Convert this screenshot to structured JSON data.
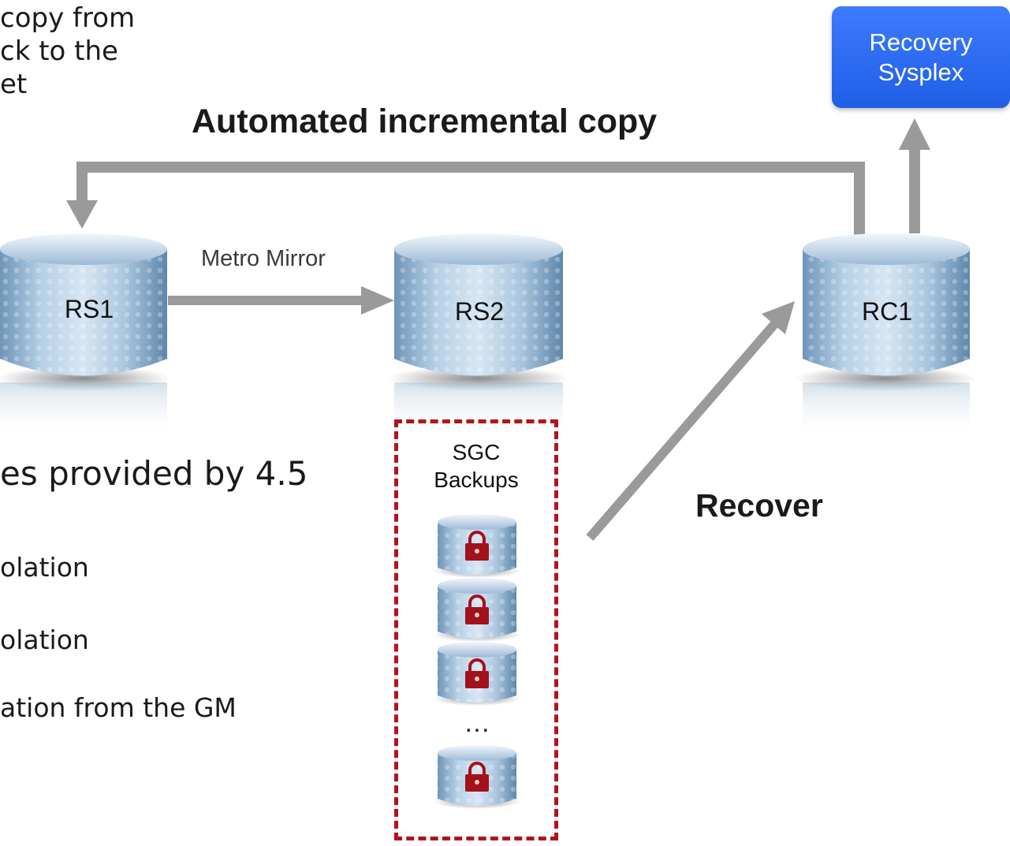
{
  "left_text": {
    "line1": "copy from",
    "line2": "ck to the",
    "line3": "et",
    "heading": "es provided by 4.5",
    "bullet1": "olation",
    "bullet2": "olation",
    "bullet3": "ation from the GM"
  },
  "labels": {
    "automated_copy": "Automated incremental copy",
    "metro_mirror": "Metro Mirror",
    "recover": "Recover"
  },
  "recovery_sysplex": {
    "line1": "Recovery",
    "line2": "Sysplex"
  },
  "volumes": {
    "rs1": "RS1",
    "rs2": "RS2",
    "rc1": "RC1"
  },
  "sgc": {
    "title_line1": "SGC",
    "title_line2": "Backups",
    "ellipsis": "…",
    "backup_count_shown": 4
  },
  "colors": {
    "arrow": "#9a9a9a",
    "recovery_box": "#2d6ef5",
    "dash_border": "#b3121f",
    "lock": "#a3121b"
  }
}
